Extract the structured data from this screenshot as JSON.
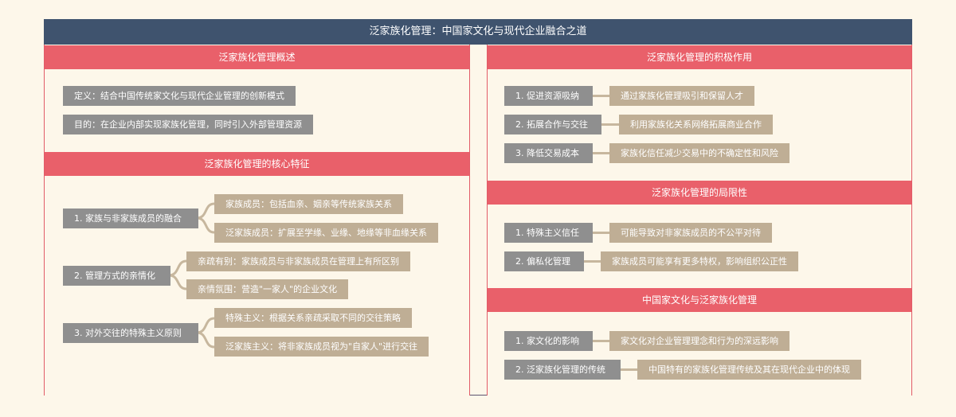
{
  "title": "泛家族化管理：中国家文化与现代企业融合之道",
  "colors": {
    "title_bg": "#3f536e",
    "section_header": "#e9606a",
    "background": "#fdf7ea",
    "primary_node": "#8f8f8f",
    "secondary_node": "#bfae95"
  },
  "left": {
    "overview": {
      "header": "泛家族化管理概述",
      "items": [
        "定义：结合中国传统家文化与现代企业管理的创新模式",
        "目的：在企业内部实现家族化管理，同时引入外部管理资源"
      ]
    },
    "features": {
      "header": "泛家族化管理的核心特征",
      "groups": [
        {
          "label": "1. 家族与非家族成员的融合",
          "children": [
            "家族成员：包括血亲、姻亲等传统家族关系",
            "泛家族成员：扩展至学缘、业缘、地缘等非血缘关系"
          ]
        },
        {
          "label": "2. 管理方式的亲情化",
          "children": [
            "亲疏有别：家族成员与非家族成员在管理上有所区别",
            "亲情氛围：营造\"一家人\"的企业文化"
          ]
        },
        {
          "label": "3. 对外交往的特殊主义原则",
          "children": [
            "特殊主义：根据关系亲疏采取不同的交往策略",
            "泛家族主义：将非家族成员视为\"自家人\"进行交往"
          ]
        }
      ]
    }
  },
  "right": {
    "positive": {
      "header": "泛家族化管理的积极作用",
      "rows": [
        {
          "label": "1. 促进资源吸纳",
          "detail": "通过家族化管理吸引和保留人才"
        },
        {
          "label": "2. 拓展合作与交往",
          "detail": "利用家族化关系网络拓展商业合作"
        },
        {
          "label": "3. 降低交易成本",
          "detail": "家族化信任减少交易中的不确定性和风险"
        }
      ]
    },
    "limits": {
      "header": "泛家族化管理的局限性",
      "rows": [
        {
          "label": "1. 特殊主义信任",
          "detail": "可能导致对非家族成员的不公平对待"
        },
        {
          "label": "2. 偏私化管理",
          "detail": "家族成员可能享有更多特权，影响组织公正性"
        }
      ]
    },
    "culture": {
      "header": "中国家文化与泛家族化管理",
      "rows": [
        {
          "label": "1. 家文化的影响",
          "detail": "家文化对企业管理理念和行为的深远影响"
        },
        {
          "label": "2. 泛家族化管理的传统",
          "detail": "中国特有的家族化管理传统及其在现代企业中的体现"
        }
      ]
    }
  }
}
